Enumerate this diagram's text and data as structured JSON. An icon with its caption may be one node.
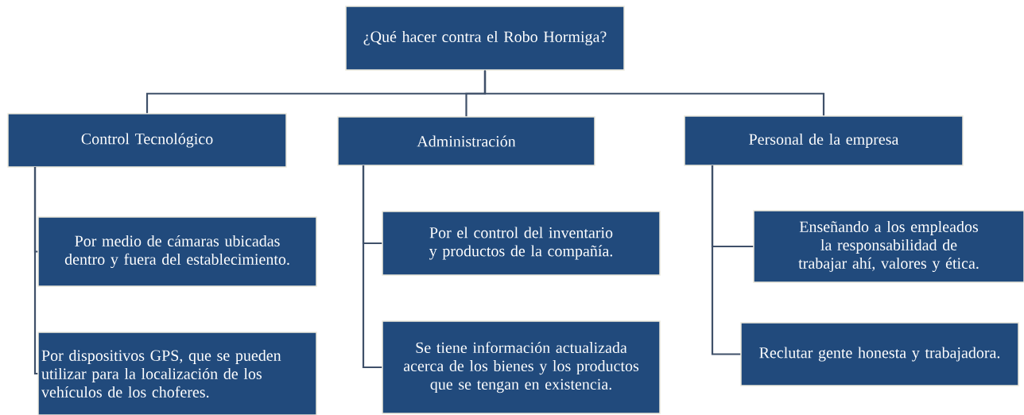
{
  "diagram": {
    "nodes": [
      {
        "text": [
          "¿Qué hacer contra el Robo Hormiga?"
        ]
      },
      {
        "text": [
          "Control Tecnológico"
        ]
      },
      {
        "text": [
          "Administración"
        ]
      },
      {
        "text": [
          "Personal de la empresa"
        ]
      },
      {
        "text": [
          "Por medio de cámaras ubicadas dentro y fuera del establecimiento."
        ]
      },
      {
        "text": [
          "Por dispositivos GPS, que se pueden utilizar para la localización de los vehículos de los choferes."
        ]
      },
      {
        "text": [
          "Por el control del inventario y productos de la compañía."
        ]
      },
      {
        "text": [
          "Se tiene información actualizada acerca de los bienes y los productos que se tengan en existencia."
        ]
      },
      {
        "text": [
          "Enseñando a los empleados la responsabilidad de trabajar ahí, valores y ética."
        ]
      },
      {
        "text": [
          "Reclutar gente honesta y trabajadora."
        ]
      }
    ],
    "edges": [
      {
        "from": 0,
        "to": 1,
        "arrow": "none"
      },
      {
        "from": 0,
        "to": 2,
        "arrow": "none"
      },
      {
        "from": 0,
        "to": 3,
        "arrow": "none"
      },
      {
        "from": 1,
        "to": 4,
        "arrow": "none"
      },
      {
        "from": 1,
        "to": 5,
        "arrow": "none"
      },
      {
        "from": 2,
        "to": 6,
        "arrow": "none"
      },
      {
        "from": 2,
        "to": 7,
        "arrow": "none"
      },
      {
        "from": 3,
        "to": 8,
        "arrow": "none"
      },
      {
        "from": 3,
        "to": 9,
        "arrow": "none"
      }
    ]
  }
}
